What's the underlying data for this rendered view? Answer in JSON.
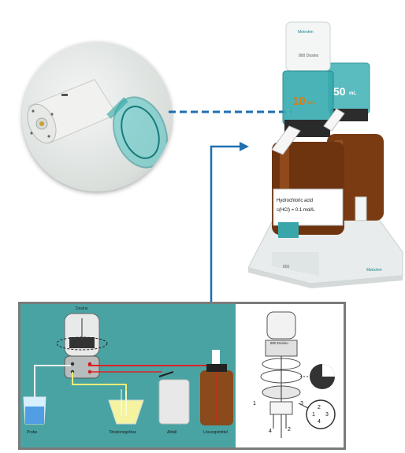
{
  "connector": {
    "color": "#1f6fb2"
  },
  "product": {
    "brand": "Metrohm",
    "model": "800 Dosino",
    "front_brand": "Metrohm",
    "front_model": "800",
    "cylinder_left_volume": "10",
    "cylinder_left_unit": "mL",
    "cylinder_right_volume": "50",
    "cylinder_right_unit": "mL",
    "bottle_label_line1": "Hydrochloric acid",
    "bottle_label_line2": "c(HCl) = 0.1 mol/L"
  },
  "schematic": {
    "top_label": "Dosino",
    "labels": {
      "sample": "Probe",
      "titration_vessel": "Titrationsgefäss",
      "waste": "Abfall",
      "solvent": "Lösungsmittel"
    }
  },
  "exploded": {
    "device_label": "800 Dosino",
    "port_labels": [
      "1",
      "2",
      "3",
      "4"
    ]
  }
}
